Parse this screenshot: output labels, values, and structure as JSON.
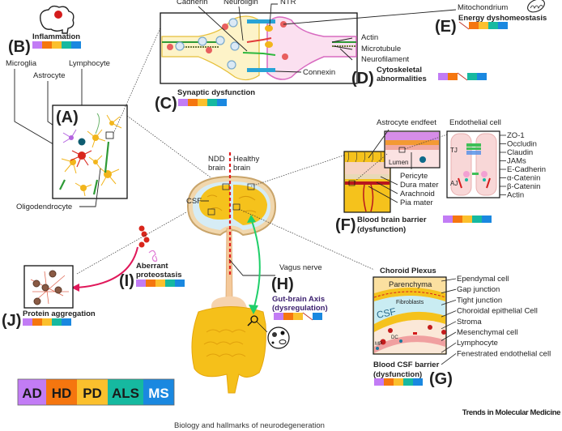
{
  "diseases": [
    {
      "abbr": "AD",
      "color": "#c27cf5"
    },
    {
      "abbr": "HD",
      "color": "#f5760f"
    },
    {
      "abbr": "PD",
      "color": "#fbc02d"
    },
    {
      "abbr": "ALS",
      "color": "#16b9a0"
    },
    {
      "abbr": "MS",
      "color": "#1a88e0"
    }
  ],
  "panels": {
    "A": {
      "letter": "(A)",
      "labels": {
        "microglia": "Microglia",
        "astrocyte": "Astrocyte",
        "lymphocyte": "Lymphocyte",
        "oligodendrocyte": "Oligodendrocyte"
      }
    },
    "B": {
      "letter": "(B)",
      "title": "Inflammation",
      "implicated": [
        true,
        true,
        true,
        true,
        true
      ]
    },
    "C": {
      "letter": "(C)",
      "title": "Synaptic dysfunction",
      "implicated": [
        true,
        true,
        true,
        true,
        true
      ],
      "labels": {
        "cadherin": "Cadherin",
        "neuroligin": "Neuroligin",
        "ntr": "NTR",
        "connexin": "Connexin"
      }
    },
    "D": {
      "letter": "(D)",
      "title_line1": "Cytoskeletal",
      "title_line2": "abnormalities",
      "implicated": [
        true,
        true,
        false,
        true,
        true
      ],
      "labels": {
        "actin": "Actin",
        "microtubule": "Microtubule",
        "neurofilament": "Neurofilament"
      }
    },
    "E": {
      "letter": "(E)",
      "title": "Energy dyshomeostasis",
      "implicated": [
        false,
        true,
        true,
        true,
        true
      ],
      "labels": {
        "mitochondrium": "Mitochondrium"
      }
    },
    "F": {
      "letter": "(F)",
      "title_line1": "Blood brain barrier",
      "title_line2": "(dysfunction)",
      "implicated": [
        true,
        true,
        true,
        true,
        true
      ],
      "labels": {
        "astrocyte_endfeet": "Astrocyte endfeet",
        "endothelial_cell": "Endothelial cell",
        "lumen": "Lumen",
        "pericyte": "Pericyte",
        "dura_mater": "Dura mater",
        "arachnoid": "Arachnoid",
        "pia_mater": "Pia mater",
        "tj": "TJ",
        "aj": "AJ",
        "junctions": [
          "ZO-1",
          "Occludin",
          "Claudin",
          "JAMs",
          "E-Cadherin",
          "α-Catenin",
          "β-Catenin",
          "Actin"
        ]
      }
    },
    "G": {
      "letter": "(G)",
      "heading": "Choroid Plexus",
      "title_line1": "Blood CSF barrier",
      "title_line2": "(dysfunction)",
      "implicated": [
        true,
        true,
        true,
        true,
        true
      ],
      "labels": {
        "parenchyma": "Parenchyma",
        "csf": "CSF",
        "fibroblasts": "Fibroblasts",
        "dc": "DC",
        "mp": "MP",
        "layers": [
          "Ependymal cell",
          "Gap junction",
          "Tight junction",
          "Choroidal epithelial Cell",
          "Stroma",
          "Mesenchymal cell",
          "Lymphocyte",
          "Fenestrated endothelial cell"
        ]
      }
    },
    "H": {
      "letter": "(H)",
      "title_line1": "Gut-brain Axis",
      "title_line2": "(dysregulation)",
      "title_color": "#3b1f6e",
      "implicated": [
        true,
        true,
        true,
        false,
        true
      ]
    },
    "I": {
      "letter": "(I)",
      "title_line1": "Aberrant",
      "title_line2": "proteostasis",
      "implicated": [
        true,
        true,
        true,
        true,
        true
      ]
    },
    "J": {
      "letter": "(J)",
      "title": "Protein aggregation",
      "implicated": [
        true,
        true,
        true,
        true,
        true
      ]
    }
  },
  "center": {
    "ndd_line1": "NDD",
    "ndd_line2": "brain",
    "healthy_line1": "Healthy",
    "healthy_line2": "brain",
    "csf": "CSF",
    "vagus": "Vagus nerve"
  },
  "footer": {
    "journal": "Trends in Molecular Medicine",
    "caption": "Biology and hallmarks of neurodegeneration"
  }
}
